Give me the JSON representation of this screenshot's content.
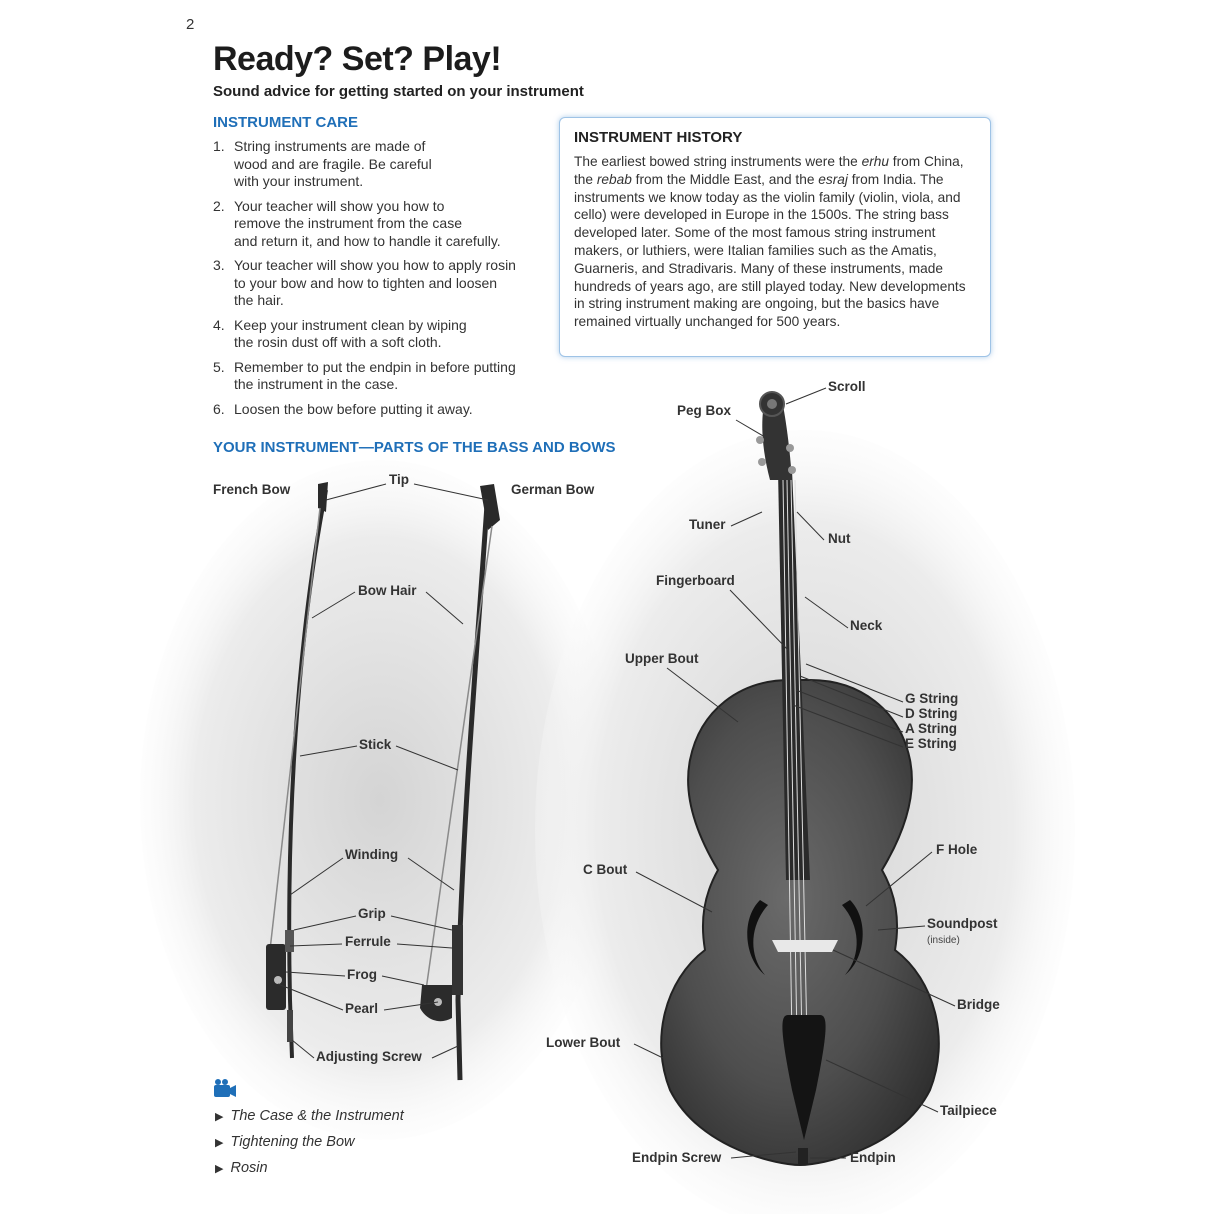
{
  "page_number": "2",
  "title": "Ready? Set? Play!",
  "subtitle": "Sound advice for getting started on your instrument",
  "care": {
    "heading": "INSTRUMENT CARE",
    "items": [
      {
        "num": "1.",
        "lines": [
          "String instruments are made of",
          "wood and are fragile. Be careful",
          "with your instrument."
        ]
      },
      {
        "num": "2.",
        "lines": [
          "Your teacher will show you how to",
          "remove the instrument from the case",
          "and return it, and how to handle it carefully."
        ]
      },
      {
        "num": "3.",
        "lines": [
          "Your teacher will show you how to apply rosin",
          "to your bow and how to tighten and loosen",
          "the hair."
        ]
      },
      {
        "num": "4.",
        "lines": [
          "Keep your instrument clean by wiping",
          "the rosin dust off with a soft cloth."
        ]
      },
      {
        "num": "5.",
        "lines": [
          "Remember to put the endpin in before putting",
          "the instrument in the case."
        ]
      },
      {
        "num": "6.",
        "lines": [
          "Loosen the bow before putting it away."
        ]
      }
    ]
  },
  "history": {
    "heading": "INSTRUMENT HISTORY",
    "p1": "The earliest bowed string instruments were the ",
    "erhu": "erhu",
    "p2": " from China, the ",
    "rebab": "rebab",
    "p3": " from the Middle East, and the ",
    "esraj": "esraj",
    "p4": " from India. The instruments we know today as the violin family (violin, viola, and cello) were developed in Europe in the 1500s. The string bass developed later. Some of the most famous string instrument makers, or luthiers, were Italian families such as the Amatis, Guarneris, and Stradivaris. Many of these instruments, made hundreds of years ago, are still played today. New developments in string instrument making are ongoing, but the basics have remained virtually unchanged for 500 years."
  },
  "parts_heading": "YOUR INSTRUMENT—PARTS OF THE BASS AND BOWS",
  "bow_labels": {
    "french_bow": "French Bow",
    "german_bow": "German Bow",
    "tip": "Tip",
    "bow_hair": "Bow Hair",
    "stick": "Stick",
    "winding": "Winding",
    "grip": "Grip",
    "ferrule": "Ferrule",
    "frog": "Frog",
    "pearl": "Pearl",
    "adjusting_screw": "Adjusting Screw"
  },
  "bass_labels": {
    "scroll": "Scroll",
    "peg_box": "Peg Box",
    "tuner": "Tuner",
    "nut": "Nut",
    "fingerboard": "Fingerboard",
    "neck": "Neck",
    "upper_bout": "Upper Bout",
    "g_string": "G String",
    "d_string": "D String",
    "a_string": "A String",
    "e_string": "E String",
    "c_bout": "C Bout",
    "f_hole": "F Hole",
    "soundpost": "Soundpost",
    "soundpost_note": "(inside)",
    "bridge": "Bridge",
    "lower_bout": "Lower Bout",
    "tailpiece": "Tailpiece",
    "endpin_screw": "Endpin Screw",
    "endpin": "Endpin"
  },
  "videos": [
    "The Case & the Instrument",
    "Tightening the Bow",
    "Rosin"
  ],
  "colors": {
    "accent": "#1f6fb8",
    "box_border": "#9ec3e6"
  }
}
